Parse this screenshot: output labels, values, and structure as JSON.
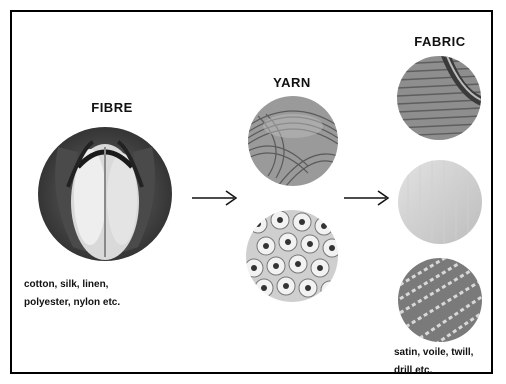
{
  "fibre": {
    "heading": "FIBRE",
    "caption_line1": "cotton, silk, linen,",
    "caption_line2": "polyester, nylon etc."
  },
  "yarn": {
    "heading": "YARN"
  },
  "fabric": {
    "heading": "FABRIC",
    "caption_line1": "satin, voile, twill,",
    "caption_line2": "drill etc."
  },
  "colors": {
    "ink": "#111111",
    "border": "#000000",
    "background": "#ffffff"
  },
  "icons": [
    "cotton-boll-image",
    "yarn-skeins-image",
    "thread-spools-image",
    "knit-fabric-image",
    "plain-fabric-image",
    "twill-fabric-image",
    "arrow-right-icon"
  ]
}
